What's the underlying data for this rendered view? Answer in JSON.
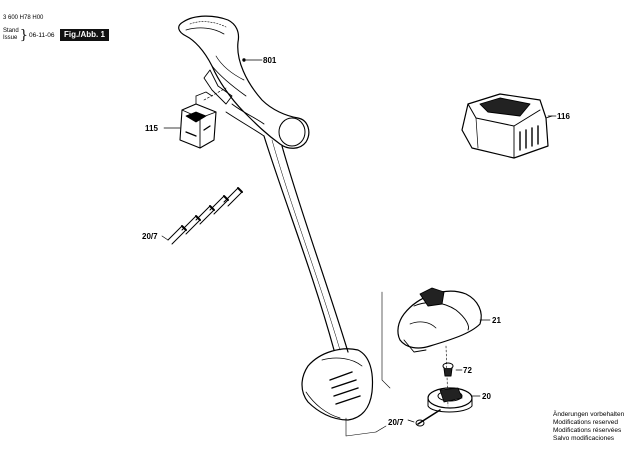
{
  "header": {
    "doc_number": "3 600 H78 H00",
    "stand_label": "Stand",
    "issue_label": "Issue",
    "date": "06-11-06",
    "figure_badge": "Fig./Abb. 1"
  },
  "parts": [
    {
      "id": "801",
      "label": "801"
    },
    {
      "id": "115",
      "label": "115"
    },
    {
      "id": "116",
      "label": "116"
    },
    {
      "id": "20-7-top",
      "label": "20/7"
    },
    {
      "id": "21",
      "label": "21"
    },
    {
      "id": "72",
      "label": "72"
    },
    {
      "id": "20",
      "label": "20"
    },
    {
      "id": "20-7-bottom",
      "label": "20/7"
    }
  ],
  "notes": [
    "Änderungen vorbehalten",
    "Modifications reserved",
    "Modifications réservées",
    "Salvo modificaciones"
  ]
}
